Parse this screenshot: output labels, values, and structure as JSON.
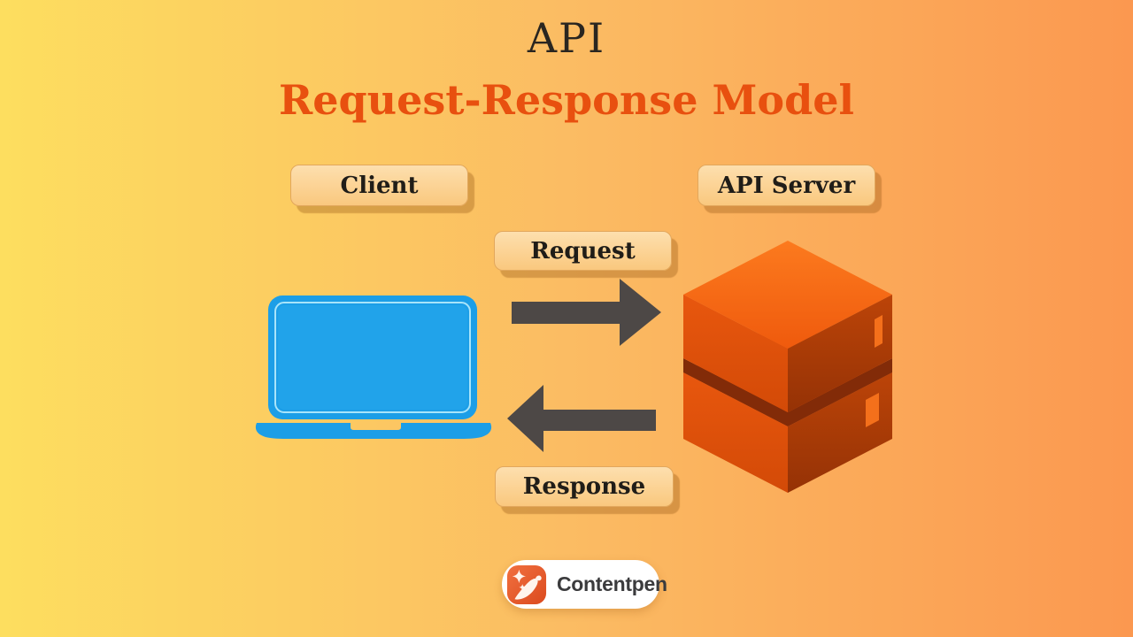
{
  "title": "API",
  "subtitle": "Request-Response Model",
  "labels": {
    "client": "Client",
    "api_server": "API Server",
    "request": "Request",
    "response": "Response"
  },
  "footer": {
    "brand": "Contentpen"
  },
  "icons": {
    "client_device": "laptop-icon",
    "api_server_device": "server-stack-icon",
    "request_flow": "arrow-right-icon",
    "response_flow": "arrow-left-icon",
    "brand_mark": "pen-sparkle-icon"
  },
  "colors": {
    "background_left": "#FDDE5F",
    "background_right": "#FB9850",
    "title_text": "#2A2620",
    "subtitle_accent": "#E8500F",
    "tag_fill": "#FBD193",
    "tag_text": "#201D18",
    "arrow_gray": "#4D4846",
    "laptop_blue": "#1C9EE7",
    "laptop_screen_line": "#A8E4FA",
    "server_top": "#F96A10",
    "server_left": "#E1520C",
    "server_right": "#A83C06",
    "server_gap": "#822B08",
    "logo_badge": "#E05425",
    "logo_text": "#3B3B3D"
  }
}
